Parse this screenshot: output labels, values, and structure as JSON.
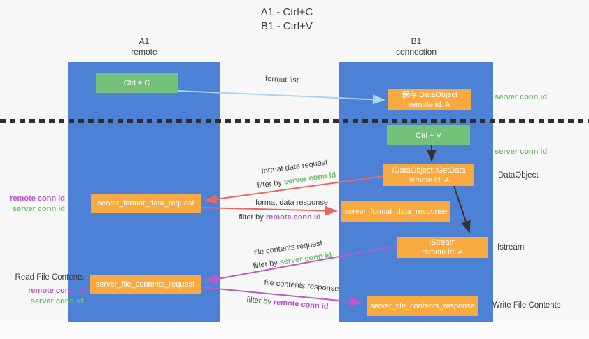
{
  "title": {
    "line1": "A1 - Ctrl+C",
    "line2": "B1 - Ctrl+V"
  },
  "lanes": {
    "a": {
      "name": "A1",
      "role": "remote"
    },
    "b": {
      "name": "B1",
      "role": "connection"
    }
  },
  "nodes": {
    "ctrl_c": {
      "label": "Ctrl + C"
    },
    "save_idataobject": {
      "line1": "保存IDataObject",
      "line2": "remote id: A"
    },
    "ctrl_v": {
      "label": "Ctrl + V"
    },
    "getdata": {
      "line1": "IDataObject::GetData",
      "line2": "remote id: A"
    },
    "format_request": {
      "label": "server_format_data_request"
    },
    "format_response": {
      "label": "server_format_data_response"
    },
    "istream": {
      "line1": "IStream",
      "line2": "remote id: A"
    },
    "file_request": {
      "label": "server_file_contents_request"
    },
    "file_response": {
      "label": "server_file_contents_response"
    }
  },
  "flow_labels": {
    "format_list": "format list",
    "format_data_request": "format data request",
    "format_data_response": "format data response",
    "file_contents_request": "file contents request",
    "file_contents_response": "file contents response",
    "filter_by": "filter by ",
    "server_conn_id": "server conn id",
    "remote_conn_id": "remote conn id"
  },
  "side_labels": {
    "server_conn_id_top": "server conn id",
    "server_conn_id_mid": "server conn id",
    "dataobject": "DataObject",
    "istream": "Istream",
    "write_file_contents": "Write File Contents",
    "read_file_contents": "Read File Contents",
    "remote_conn_id_a": "remote conn id",
    "server_conn_id_a": "server conn id",
    "remote_conn_id_b": "remote conn id",
    "server_conn_id_b": "server conn id"
  },
  "colors": {
    "lane_blue": "#4d81d6",
    "box_green": "#76c17a",
    "box_orange": "#f8aa41",
    "arrow_lightblue": "#aad5f0",
    "arrow_red": "#e76963",
    "arrow_magenta": "#be5ac6",
    "arrow_black": "#333333",
    "text_green": "#6cbf6e",
    "text_purple": "#b353c7",
    "divider_black": "#2e2e2e"
  }
}
